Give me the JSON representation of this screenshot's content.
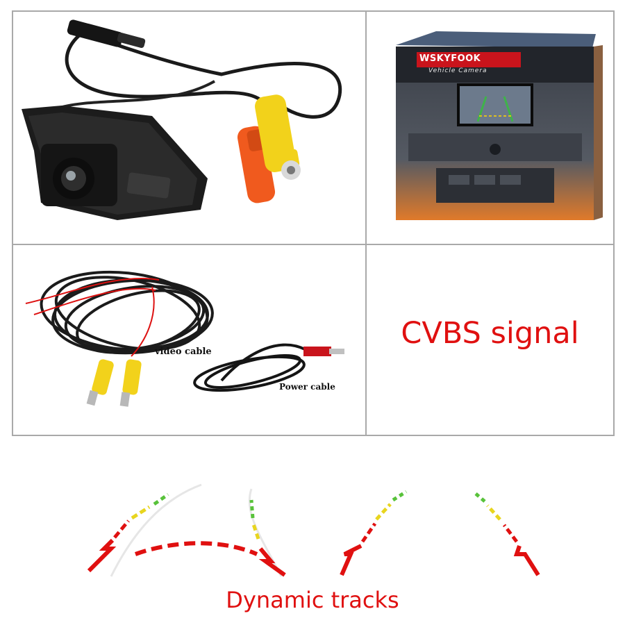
{
  "panels": {
    "box": {
      "brand": "WSKYFOOK",
      "product": "Vehicle Camera"
    },
    "cables": {
      "video_label": "video cable",
      "power_label": "Power cable"
    },
    "signal": {
      "text": "CVBS signal"
    }
  },
  "footer": {
    "title": "Dynamic tracks"
  },
  "colors": {
    "accent_red": "#e01010",
    "grid_border": "#a9a9a9",
    "rca_yellow": "#f2d21b",
    "rca_orange": "#f05a1e"
  }
}
